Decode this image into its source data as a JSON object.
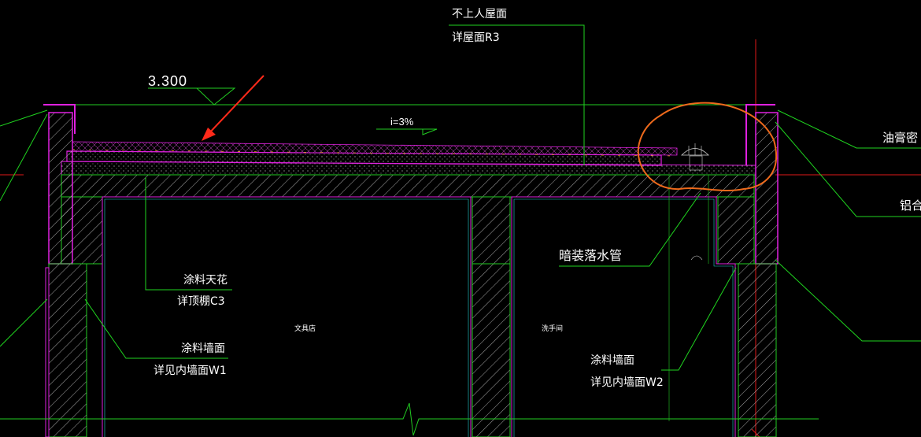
{
  "annotations": {
    "elevation": "3.300",
    "slope": "i=3%",
    "roof_note_line1": "不上人屋面",
    "roof_note_line2": "详屋面R3",
    "ceiling_note_line1": "涂料天花",
    "ceiling_note_line2": "详顶棚C3",
    "wall_note_left_line1": "涂料墙面",
    "wall_note_left_line2": "详见内墙面W1",
    "wall_note_right_line1": "涂料墙面",
    "wall_note_right_line2": "详见内墙面W2",
    "downpipe_note": "暗装落水管",
    "room_left": "文具店",
    "room_right": "洗手间",
    "right_note_top": "油膏密",
    "right_note_mid": "铝合"
  },
  "colors": {
    "background": "#000000",
    "outline_green": "#22cc22",
    "leader_green": "#1fd41f",
    "finish_magenta": "#e020e0",
    "inner_cyan": "#20d0d0",
    "hatch_white": "#d8d8d8",
    "axis_red": "#e01818",
    "arrow_red": "#ff2a1a",
    "markup_orange": "#ee6a1c",
    "text": "#ffffff"
  }
}
